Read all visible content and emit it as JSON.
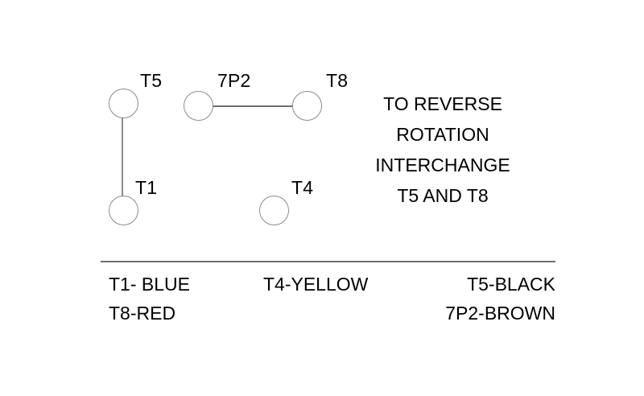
{
  "diagram": {
    "terminals": [
      {
        "id": "t5",
        "label": "T5",
        "color_name": "BLACK"
      },
      {
        "id": "t1",
        "label": "T1",
        "color_name": "BLUE"
      },
      {
        "id": "7p2",
        "label": "7P2",
        "color_name": "BROWN"
      },
      {
        "id": "t8",
        "label": "T8",
        "color_name": "RED"
      },
      {
        "id": "t4",
        "label": "T4",
        "color_name": "YELLOW"
      }
    ],
    "connections": [
      {
        "from": "T5",
        "to": "T1",
        "orientation": "vertical"
      },
      {
        "from": "7P2",
        "to": "T8",
        "orientation": "horizontal"
      }
    ]
  },
  "instructions": {
    "lines": [
      "TO REVERSE",
      "ROTATION",
      "INTERCHANGE",
      "T5 AND T8"
    ]
  },
  "legend": {
    "rows": [
      {
        "left": "T1- BLUE",
        "mid": "T4-YELLOW",
        "right": "T5-BLACK"
      },
      {
        "left": "T8-RED",
        "mid": "",
        "right": "7P2-BROWN"
      }
    ]
  },
  "colors": {
    "stroke": "#8c8c8c",
    "rule": "#6e6e6e",
    "text": "#000000",
    "background": "#ffffff"
  }
}
